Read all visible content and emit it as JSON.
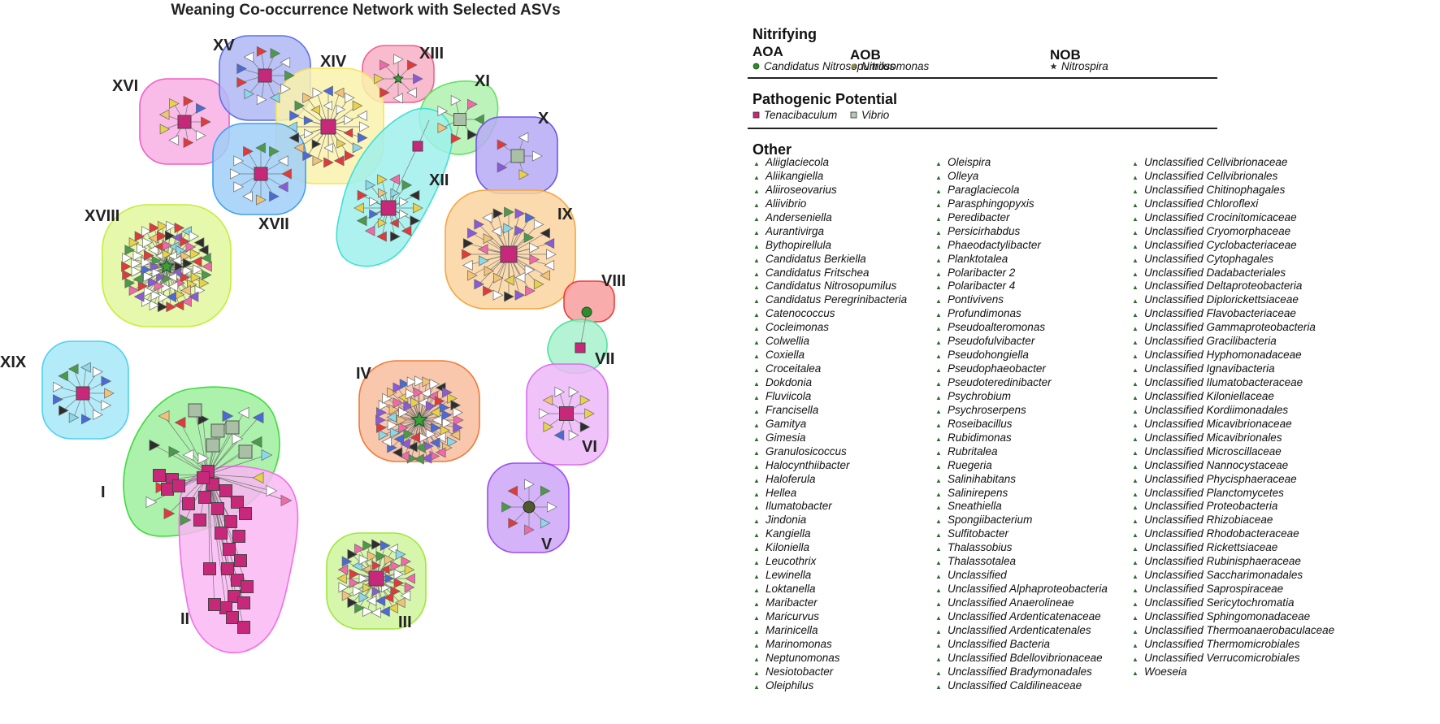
{
  "title": "Weaning Co-occurrence Network with Selected ASVs",
  "clusters": [
    "I",
    "II",
    "III",
    "IV",
    "V",
    "VI",
    "VII",
    "VIII",
    "IX",
    "X",
    "XI",
    "XII",
    "XIII",
    "XIV",
    "XV",
    "XVI",
    "XVII",
    "XVIII",
    "XIX"
  ],
  "cluster_colors": {
    "I": "#3ddc3a",
    "II": "#f26fe6",
    "III": "#9ee83a",
    "IV": "#f07a3a",
    "V": "#9a4cf0",
    "VI": "#d96ef0",
    "VII": "#4fe29a",
    "VIII": "#ef3a3a",
    "IX": "#f5a640",
    "X": "#6f55e8",
    "XI": "#5fe35f",
    "XII": "#3fe0d6",
    "XIII": "#f0608f",
    "XIV": "#f4e45a",
    "XV": "#5e6fe8",
    "XVI": "#f05fc8",
    "XVII": "#3f9ff0",
    "XVIII": "#c4ee3a",
    "XIX": "#4fd0f0"
  },
  "legend": {
    "nitrifying": {
      "title": "Nitrifying",
      "aoa": {
        "title": "AOA",
        "item": "Candidatus Nitrosopumilus",
        "icon": "green-circle"
      },
      "aob": {
        "title": "AOB",
        "item": "Nitrosomonas",
        "icon": "olive-circle"
      },
      "nob": {
        "title": "NOB",
        "item": "Nitrospira",
        "icon": "green-star"
      }
    },
    "pathogenic": {
      "title": "Pathogenic Potential",
      "items": [
        {
          "label": "Tenacibaculum",
          "icon": "magenta-square"
        },
        {
          "label": "Vibrio",
          "icon": "gray-square"
        }
      ]
    },
    "other": {
      "title": "Other",
      "icon": "triangle",
      "columns": [
        [
          "Aliiglaciecola",
          "Aliikangiella",
          "Aliiroseovarius",
          "Aliivibrio",
          "Anderseniella",
          "Aurantivirga",
          "Bythopirellula",
          "Candidatus Berkiella",
          "Candidatus Fritschea",
          "Candidatus Nitrosopumilus",
          "Candidatus Peregrinibacteria",
          "Catenococcus",
          "Cocleimonas",
          "Colwellia",
          "Coxiella",
          "Croceitalea",
          "Dokdonia",
          "Fluviicola",
          "Francisella",
          "Gamitya",
          "Gimesia",
          "Granulosicoccus",
          "Halocynthiibacter",
          "Haloferula",
          "Hellea",
          "Ilumatobacter",
          "Jindonia",
          "Kangiella",
          "Kiloniella",
          "Leucothrix",
          "Lewinella",
          "Loktanella",
          "Maribacter",
          "Maricurvus",
          "Marinicella",
          "Marinomonas",
          "Neptunomonas",
          "Nesiotobacter",
          "Oleiphilus"
        ],
        [
          "Oleispira",
          "Olleya",
          "Paraglaciecola",
          "Parasphingopyxis",
          "Peredibacter",
          "Persicirhabdus",
          "Phaeodactylibacter",
          "Planktotalea",
          "Polaribacter 2",
          "Polaribacter 4",
          "Pontivivens",
          "Profundimonas",
          "Pseudoalteromonas",
          "Pseudofulvibacter",
          "Pseudohongiella",
          "Pseudophaeobacter",
          "Pseudoteredinibacter",
          "Psychrobium",
          "Psychroserpens",
          "Roseibacillus",
          "Rubidimonas",
          "Rubritalea",
          "Ruegeria",
          "Salinihabitans",
          "Salinirepens",
          "Sneathiella",
          "Spongiibacterium",
          "Sulfitobacter",
          "Thalassobius",
          "Thalassotalea",
          "Unclassified",
          "Unclassified Alphaproteobacteria",
          "Unclassified Anaerolineae",
          "Unclassified Ardenticatenaceae",
          "Unclassified Ardenticatenales",
          "Unclassified Bacteria",
          "Unclassified Bdellovibrionaceae",
          "Unclassified Bradymonadales",
          "Unclassified Caldilineaceae"
        ],
        [
          "Unclassified Cellvibrionaceae",
          "Unclassified Cellvibrionales",
          "Unclassified Chitinophagales",
          "Unclassified Chloroflexi",
          "Unclassified Crocinitomicaceae",
          "Unclassified Cryomorphaceae",
          "Unclassified Cyclobacteriaceae",
          "Unclassified Cytophagales",
          "Unclassified Dadabacteriales",
          "Unclassified Deltaproteobacteria",
          "Unclassified Diplorickettsiaceae",
          "Unclassified Flavobacteriaceae",
          "Unclassified Gammaproteobacteria",
          "Unclassified Gracilibacteria",
          "Unclassified Hyphomonadaceae",
          "Unclassified Ignavibacteria",
          "Unclassified Ilumatobacteraceae",
          "Unclassified Kiloniellaceae",
          "Unclassified Kordiimonadales",
          "Unclassified Micavibrionaceae",
          "Unclassified Micavibrionales",
          "Unclassified Microscillaceae",
          "Unclassified Nannocystaceae",
          "Unclassified Phycisphaeraceae",
          "Unclassified Planctomycetes",
          "Unclassified Proteobacteria",
          "Unclassified Rhizobiaceae",
          "Unclassified Rhodobacteraceae",
          "Unclassified Rickettsiaceae",
          "Unclassified Rubinisphaeraceae",
          "Unclassified Saccharimonadales",
          "Unclassified Saprospiraceae",
          "Unclassified Sericytochromatia",
          "Unclassified Sphingomonadaceae",
          "Unclassified Thermoanaerobaculaceae",
          "Unclassified Thermomicrobiales",
          "Unclassified Verrucomicrobiales",
          "Woeseia"
        ]
      ]
    }
  }
}
